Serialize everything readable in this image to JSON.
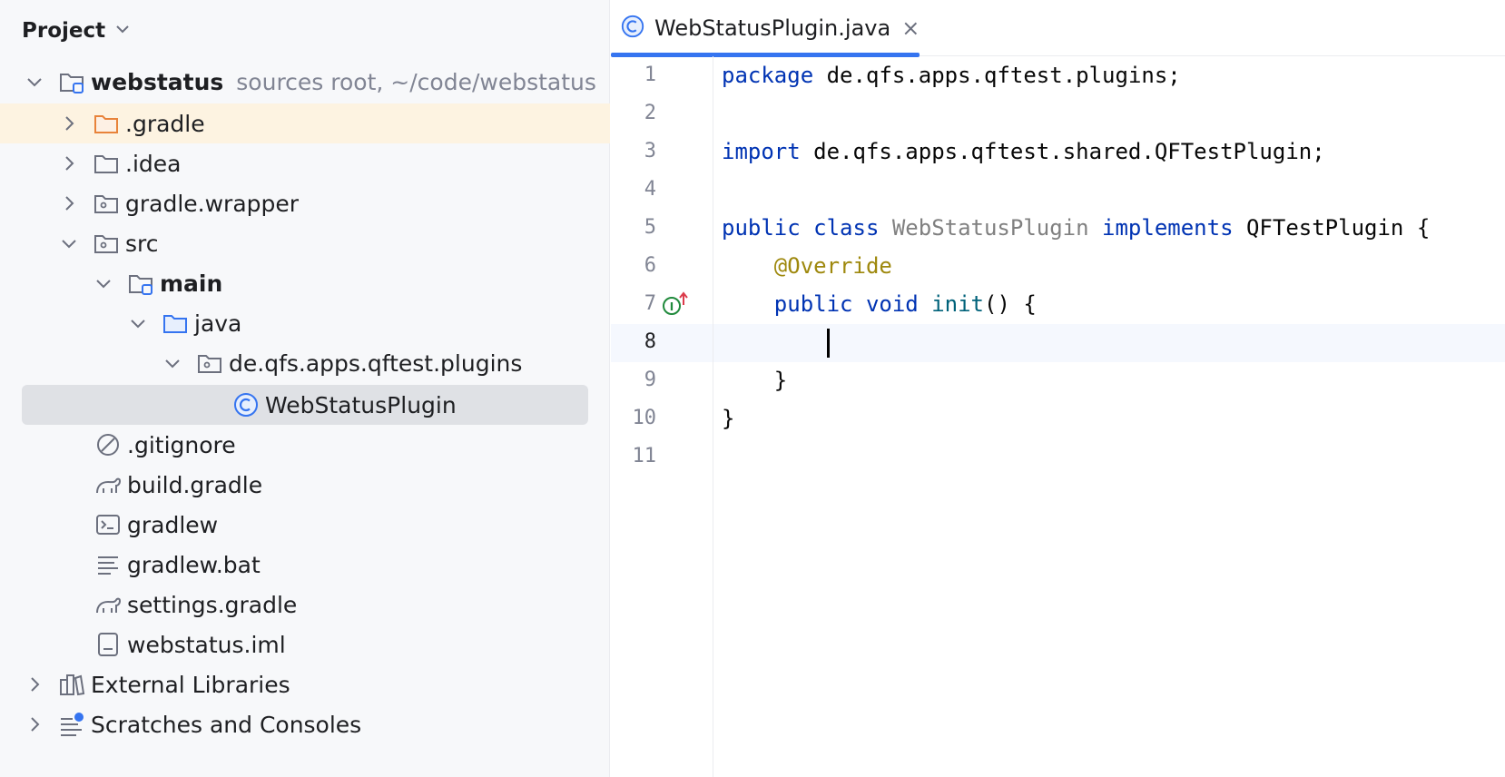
{
  "project_panel": {
    "title": "Project",
    "tree": [
      {
        "label": "webstatus",
        "hint": "sources root,  ~/code/webstatus",
        "bold": true
      },
      {
        "label": ".gradle"
      },
      {
        "label": ".idea"
      },
      {
        "label": "gradle.wrapper"
      },
      {
        "label": "src"
      },
      {
        "label": "main",
        "bold": true
      },
      {
        "label": "java"
      },
      {
        "label": "de.qfs.apps.qftest.plugins"
      },
      {
        "label": "WebStatusPlugin"
      },
      {
        "label": ".gitignore"
      },
      {
        "label": "build.gradle"
      },
      {
        "label": "gradlew"
      },
      {
        "label": "gradlew.bat"
      },
      {
        "label": "settings.gradle"
      },
      {
        "label": "webstatus.iml"
      },
      {
        "label": "External Libraries"
      },
      {
        "label": "Scratches and Consoles"
      }
    ],
    "colors": {
      "highlight_row": "#fdf3e1",
      "selected_row": "#dfe1e5",
      "folder_orange": "#e8833a",
      "class_icon": "#3574f0"
    }
  },
  "editor": {
    "tab": {
      "label": "WebStatusPlugin.java",
      "close": "×"
    },
    "current_line": "8",
    "line_numbers": [
      "1",
      "2",
      "3",
      "4",
      "5",
      "6",
      "7",
      "8",
      "9",
      "10",
      "11"
    ],
    "code": {
      "l1": {
        "kw": "package",
        "rest": " de.qfs.apps.qftest.plugins;"
      },
      "l3": {
        "kw": "import",
        "rest": " de.qfs.apps.qftest.shared.QFTestPlugin;"
      },
      "l5": {
        "kw1": "public class",
        "name": " WebStatusPlugin",
        "kw2": " implements",
        "rest": " QFTestPlugin {"
      },
      "l6": {
        "indent": "    ",
        "anno": "@Override"
      },
      "l7": {
        "indent": "    ",
        "kw": "public void",
        "method": " init",
        "rest": "() {"
      },
      "l8": {
        "indent": "        "
      },
      "l9": {
        "text": "    }"
      },
      "l10": {
        "text": "}"
      }
    },
    "colors": {
      "keyword": "#0033b3",
      "annotation": "#9e880d",
      "method": "#00627a",
      "unused": "#808080",
      "tab_accent": "#3574f0"
    }
  }
}
